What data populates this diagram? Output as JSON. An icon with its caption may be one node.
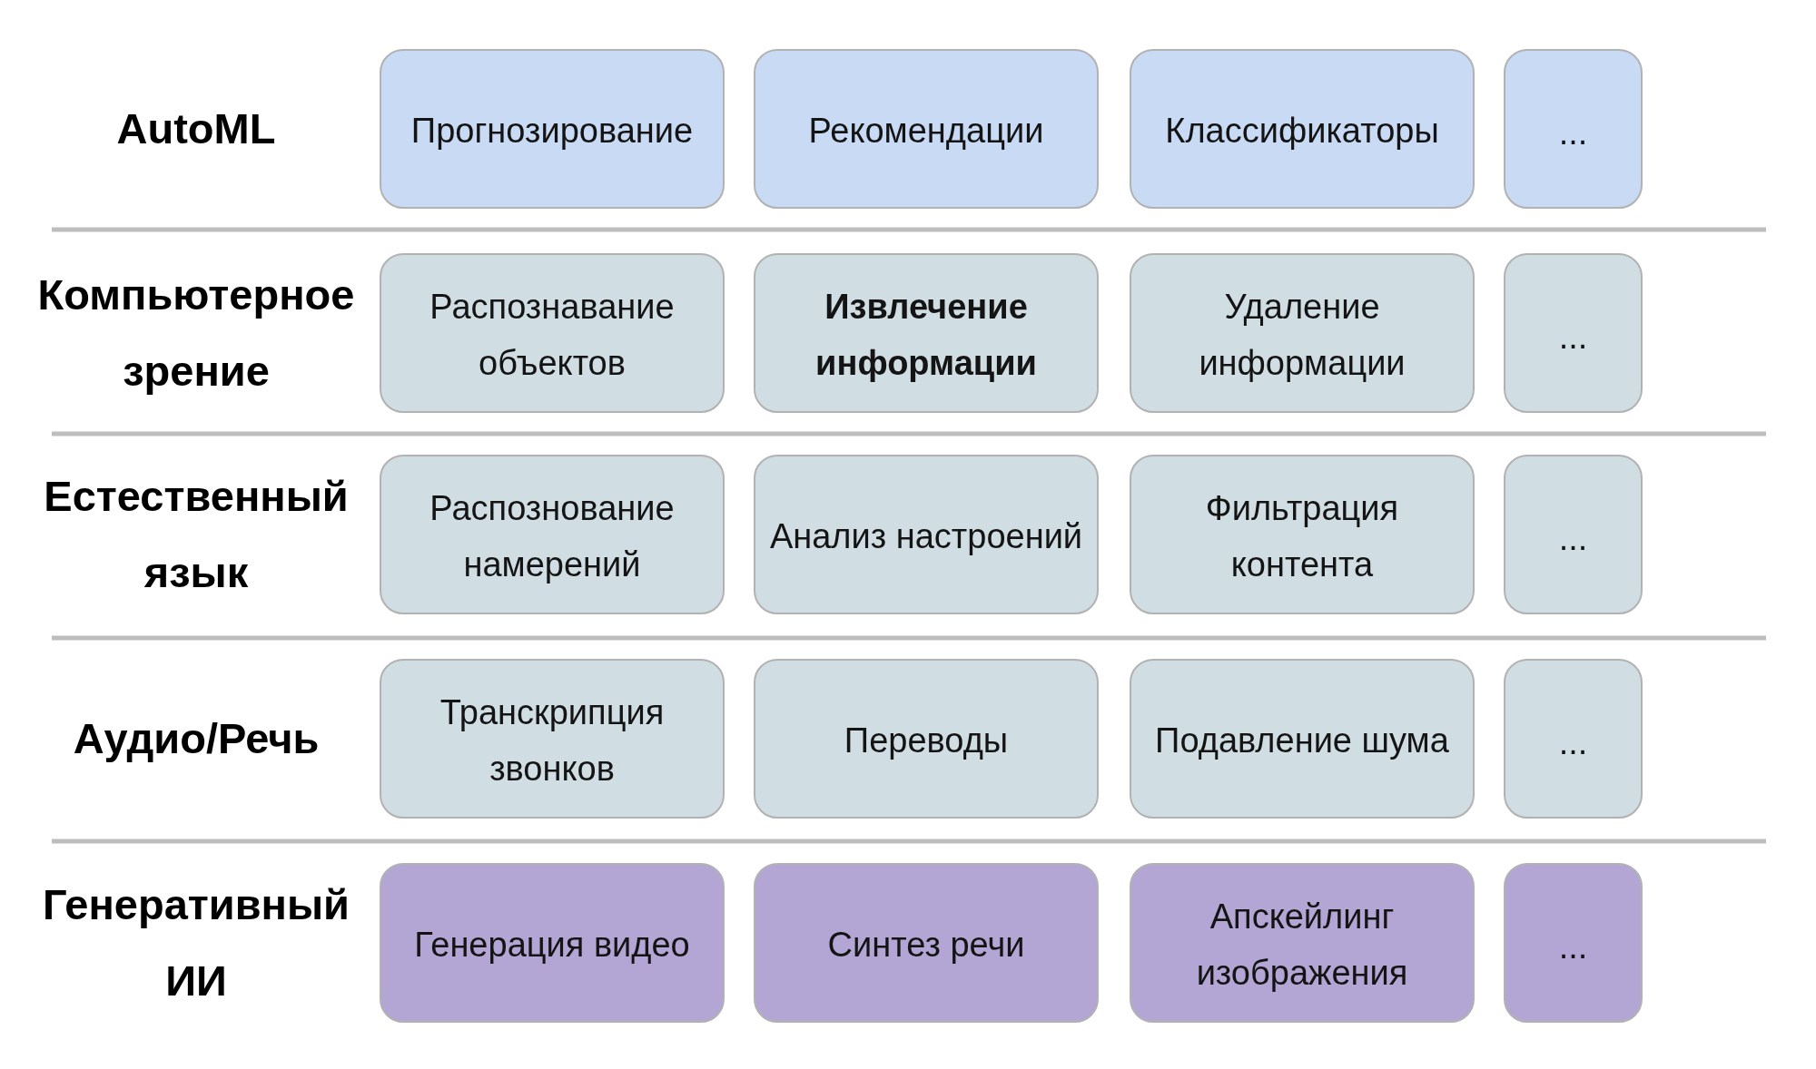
{
  "diagram": {
    "nodes": [
      {
        "text": [
          "Прогнозирование"
        ]
      },
      {
        "text": [
          "Рекомендации"
        ]
      },
      {
        "text": [
          "Классификаторы"
        ]
      },
      {
        "text": [
          "..."
        ]
      },
      {
        "text": [
          "Распознавание объектов"
        ]
      },
      {
        "text": [
          "Извлечение информации"
        ]
      },
      {
        "text": [
          "Удаление информации"
        ]
      },
      {
        "text": [
          "..."
        ]
      },
      {
        "text": [
          "Распознование намерений"
        ]
      },
      {
        "text": [
          "Анализ настроений"
        ]
      },
      {
        "text": [
          "Фильтрация контента"
        ]
      },
      {
        "text": [
          "..."
        ]
      },
      {
        "text": [
          "Транскрипция звонков"
        ]
      },
      {
        "text": [
          "Переводы"
        ]
      },
      {
        "text": [
          "Подавление шума"
        ]
      },
      {
        "text": [
          "..."
        ]
      },
      {
        "text": [
          "Генерация видео"
        ]
      },
      {
        "text": [
          "Синтез речи"
        ]
      },
      {
        "text": [
          "Апскейлинг изображения"
        ]
      },
      {
        "text": [
          "..."
        ]
      }
    ],
    "labels": [
      "AutoML",
      "Компьютерное зрение",
      "Естественный язык",
      "Аудио/Речь",
      "Генеративный ИИ"
    ]
  }
}
